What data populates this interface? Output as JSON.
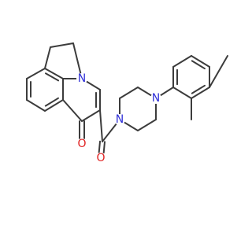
{
  "molecule": {
    "colors": {
      "bond": "#3c3c3c",
      "nitrogen": "#3030d8",
      "oxygen": "#e02020",
      "background": "#ffffff"
    },
    "atoms": [
      {
        "id": "N_pyridone",
        "symbol": "N",
        "color": "#3030d8"
      },
      {
        "id": "O_ketone",
        "symbol": "O",
        "color": "#e02020"
      },
      {
        "id": "O_amide",
        "symbol": "O",
        "color": "#e02020"
      },
      {
        "id": "N_piperazine_1",
        "symbol": "N",
        "color": "#3030d8"
      },
      {
        "id": "N_piperazine_4",
        "symbol": "N",
        "color": "#3030d8"
      }
    ]
  }
}
